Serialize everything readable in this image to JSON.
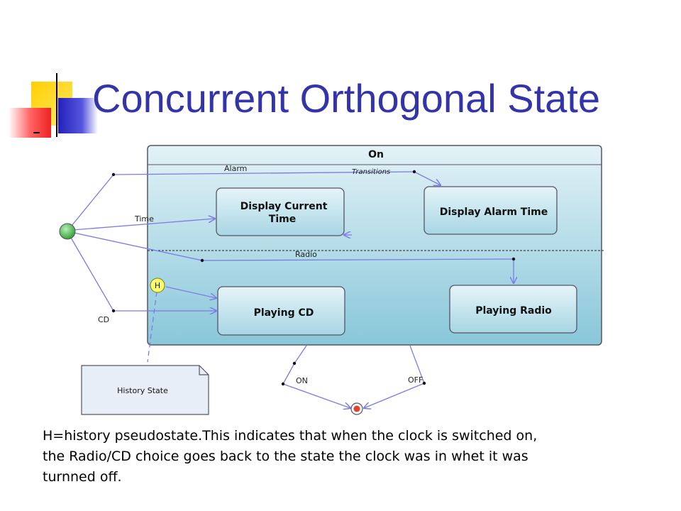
{
  "slide": {
    "title": "Concurrent Orthogonal State",
    "caption_lines": [
      "H=history pseudostate.This  indicates  that when the clock is switched on,",
      "the  Radio/CD choice goes back to the state the clock was in whet it was",
      "turnned off."
    ]
  },
  "diagram": {
    "composite_state": "On",
    "states": {
      "display_current_time": [
        "Display Current",
        "Time"
      ],
      "display_alarm_time": "Display Alarm Time",
      "playing_cd": "Playing  CD",
      "playing_radio": "Playing Radio"
    },
    "labels": {
      "alarm": "Alarm",
      "transitions": "Transitions",
      "time": "Time",
      "radio": "Radio",
      "cd": "CD",
      "on": "ON",
      "off": "OFF",
      "history": "H"
    },
    "note": "History State"
  },
  "colors": {
    "title": "#3333aa",
    "edge": "#7b7be8",
    "state_fill": "#c5e3ec",
    "state_border": "#555566",
    "history_fill": "#ffff66",
    "initial_fill": "#5cb85c"
  }
}
